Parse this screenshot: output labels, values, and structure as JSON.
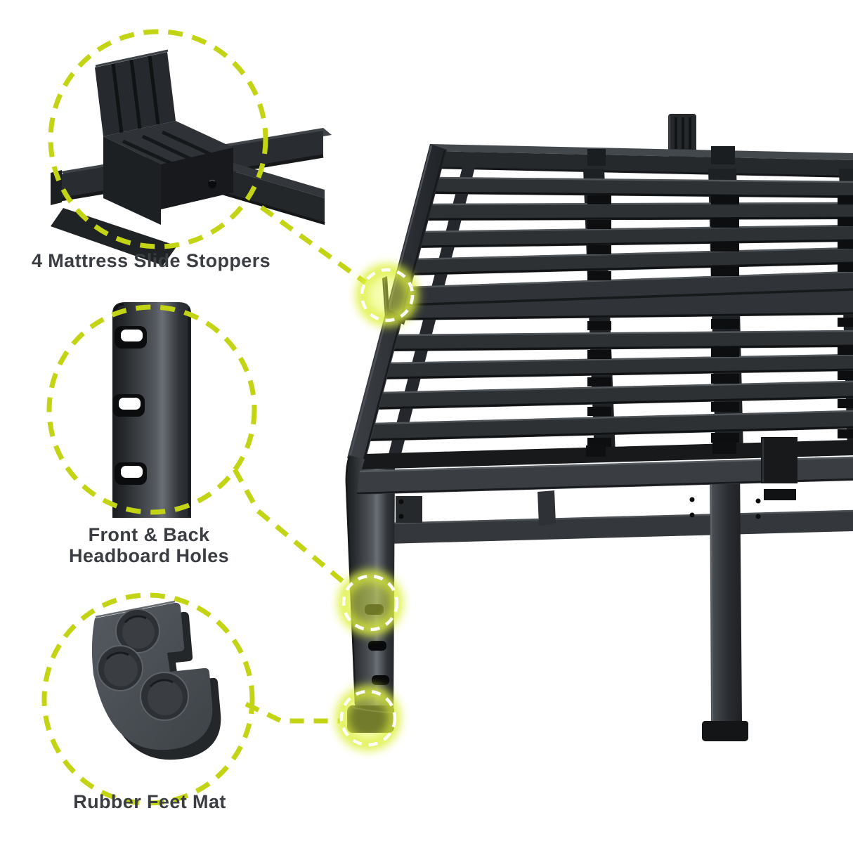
{
  "page": {
    "background": "#ffffff"
  },
  "style": {
    "accent_dash_color": "#c3d414",
    "glow_color": "#e8fa4b",
    "label_color": "#3a3d41",
    "frame_metal_dark": "#26292c",
    "frame_metal_light": "#595e63"
  },
  "callouts": {
    "stoppers": {
      "label": "4 Mattress Slide Stoppers",
      "icon": "slide-stopper-bracket"
    },
    "headboard": {
      "label_line1": "Front & Back",
      "label_line2": "Headboard Holes",
      "icon": "leg-with-holes"
    },
    "feet": {
      "label": "Rubber Feet Mat",
      "icon": "rubber-feet-mat"
    }
  },
  "highlights": [
    {
      "name": "mattress-slide-stopper-on-rail"
    },
    {
      "name": "headboard-mounting-hole-on-leg"
    },
    {
      "name": "rubber-foot-of-leg"
    }
  ],
  "product": {
    "depiction": "black metal platform bed frame with steel slats, corner view"
  }
}
